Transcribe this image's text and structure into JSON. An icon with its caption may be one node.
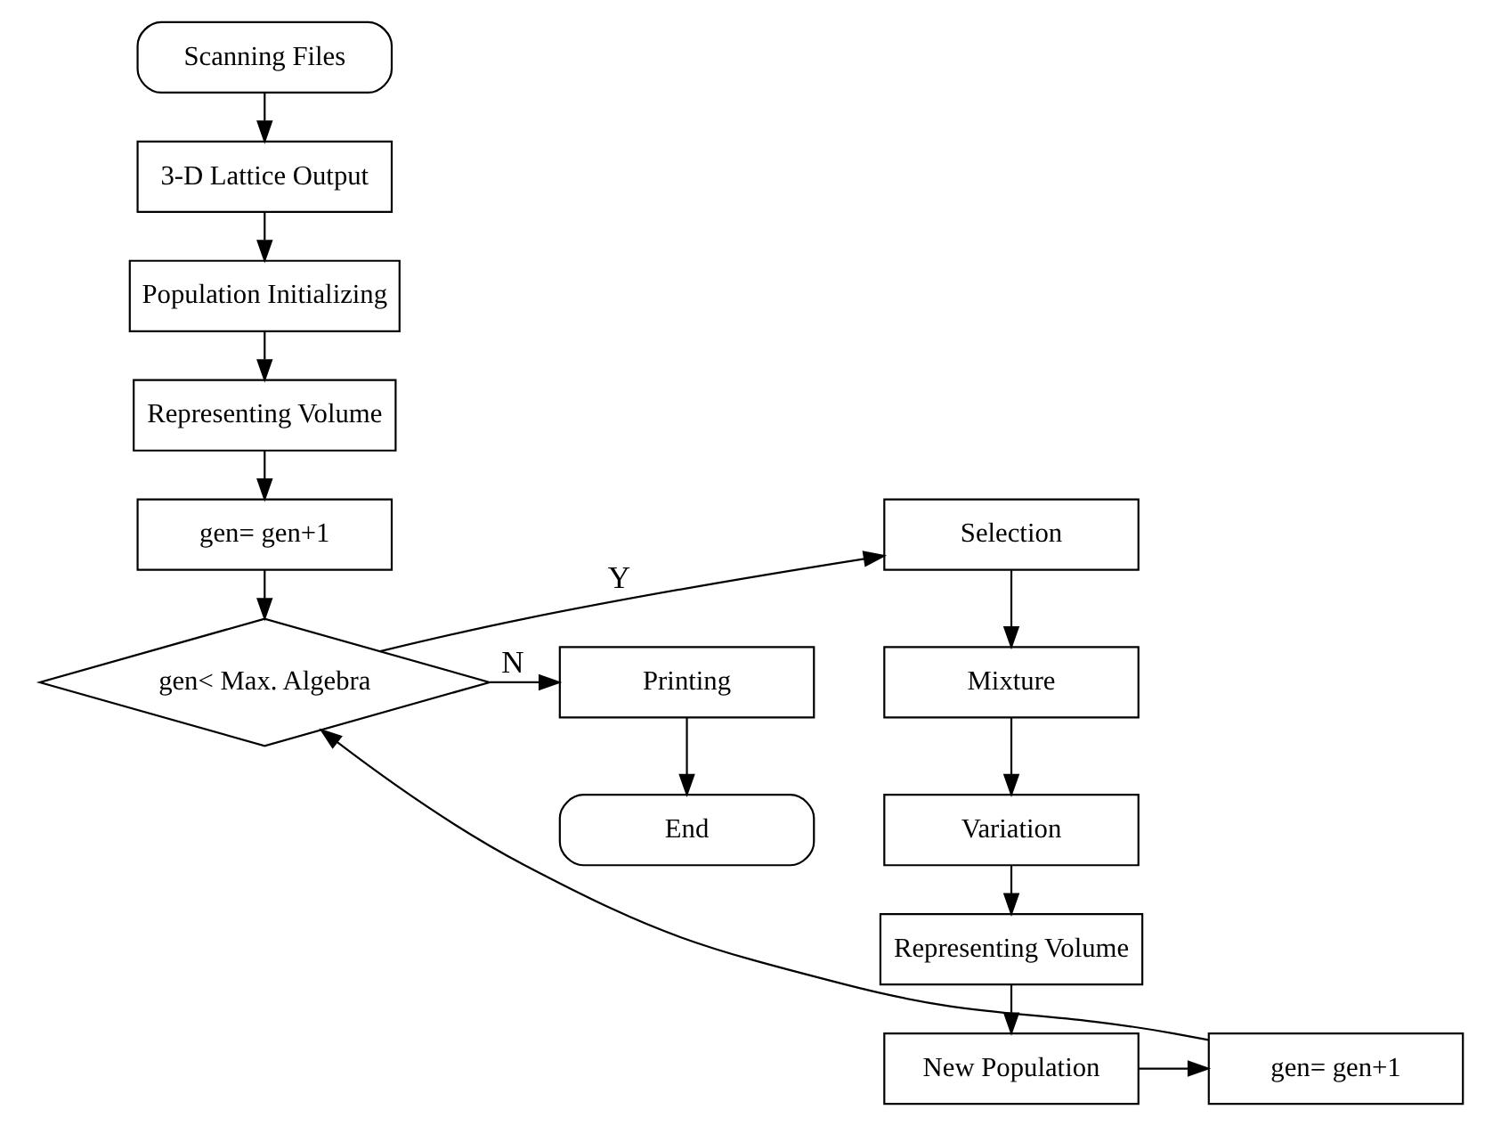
{
  "diagram": {
    "nodes": [
      {
        "text": [
          "Scanning Files"
        ]
      },
      {
        "text": [
          "3-D Lattice Output"
        ]
      },
      {
        "text": [
          "Population Initializing"
        ]
      },
      {
        "text": [
          "Representing Volume"
        ]
      },
      {
        "text": [
          "gen= gen+1"
        ]
      },
      {
        "text": [
          "gen< Max. Algebra"
        ]
      },
      {
        "text": [
          "Printing"
        ]
      },
      {
        "text": [
          "End"
        ]
      },
      {
        "text": [
          "Selection"
        ]
      },
      {
        "text": [
          "Mixture"
        ]
      },
      {
        "text": [
          "Variation"
        ]
      },
      {
        "text": [
          "Representing Volume"
        ]
      },
      {
        "text": [
          "New Population"
        ]
      },
      {
        "text": [
          "gen= gen+1"
        ]
      }
    ],
    "edges": [
      {
        "from": 0,
        "to": 1,
        "arrow": "to"
      },
      {
        "from": 1,
        "to": 2,
        "arrow": "to"
      },
      {
        "from": 2,
        "to": 3,
        "arrow": "to"
      },
      {
        "from": 3,
        "to": 4,
        "arrow": "to"
      },
      {
        "from": 4,
        "to": 5,
        "arrow": "to"
      },
      {
        "from": 5,
        "to": 6,
        "arrow": "to",
        "label": "N"
      },
      {
        "from": 5,
        "to": 8,
        "arrow": "to",
        "label": "Y"
      },
      {
        "from": 6,
        "to": 7,
        "arrow": "to"
      },
      {
        "from": 8,
        "to": 9,
        "arrow": "to"
      },
      {
        "from": 9,
        "to": 10,
        "arrow": "to"
      },
      {
        "from": 10,
        "to": 11,
        "arrow": "to"
      },
      {
        "from": 11,
        "to": 12,
        "arrow": "to"
      },
      {
        "from": 12,
        "to": 13,
        "arrow": "to"
      },
      {
        "from": 13,
        "to": 5,
        "arrow": "to"
      }
    ]
  }
}
